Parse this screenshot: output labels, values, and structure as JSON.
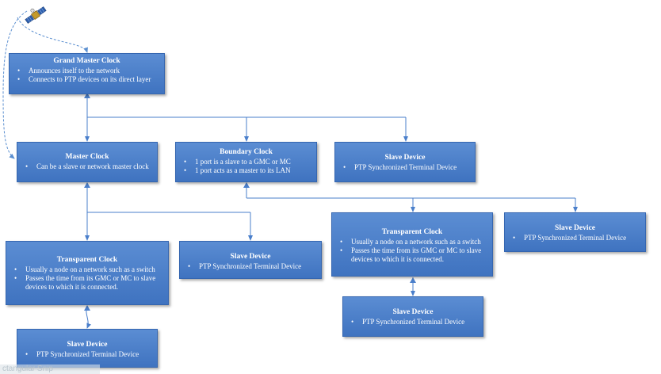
{
  "nodes": {
    "gmc": {
      "title": "Grand Master Clock",
      "bullets": [
        "Announces itself to the network",
        "Connects to PTP devices on its direct layer"
      ]
    },
    "master": {
      "title": "Master Clock",
      "bullets": [
        "Can be a slave or network master clock"
      ]
    },
    "boundary": {
      "title": "Boundary Clock",
      "bullets": [
        "1 port is a slave to a GMC or MC",
        "1 port acts as a master to its LAN"
      ]
    },
    "slave_top": {
      "title": "Slave Device",
      "bullets": [
        "PTP Synchronized Terminal Device"
      ]
    },
    "transparent_left": {
      "title": "Transparent Clock",
      "bullets": [
        "Usually a node on a network such as a switch",
        "Passes the time from its GMC or MC to slave devices to which it is connected."
      ]
    },
    "slave_mid": {
      "title": "Slave Device",
      "bullets": [
        "PTP Synchronized Terminal Device"
      ]
    },
    "slave_bottom_left": {
      "title": "Slave Device",
      "bullets": [
        "PTP Synchronized Terminal Device"
      ]
    },
    "transparent_right": {
      "title": "Transparent Clock",
      "bullets": [
        "Usually a node on a network such as a switch",
        "Passes the time from its GMC or MC to slave devices to which it is connected."
      ]
    },
    "slave_right": {
      "title": "Slave Device",
      "bullets": [
        "PTP Synchronized Terminal Device"
      ]
    },
    "slave_bottom_right": {
      "title": "Slave Device",
      "bullets": [
        "PTP Synchronized Terminal Device"
      ]
    }
  },
  "snip_label": "ctangular Snip",
  "colors": {
    "box": "#4a7fcb",
    "line": "#4a7fcb",
    "dashed": "#5b8fd0"
  },
  "icons": {
    "satellite": "satellite-icon"
  }
}
